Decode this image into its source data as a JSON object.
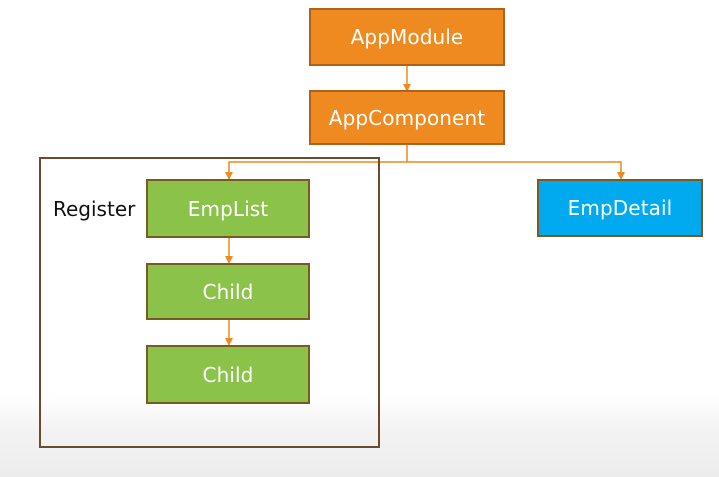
{
  "nodes": {
    "app_module": "AppModule",
    "app_component": "AppComponent",
    "emp_list": "EmpList",
    "child_1": "Child",
    "child_2": "Child",
    "emp_detail": "EmpDetail"
  },
  "group": {
    "label": "Register"
  },
  "colors": {
    "orange": "#ee8a1f",
    "green": "#8bc34a",
    "blue": "#01a9ef",
    "connector": "#ee8a1f",
    "group_border": "#6b4a2e"
  }
}
